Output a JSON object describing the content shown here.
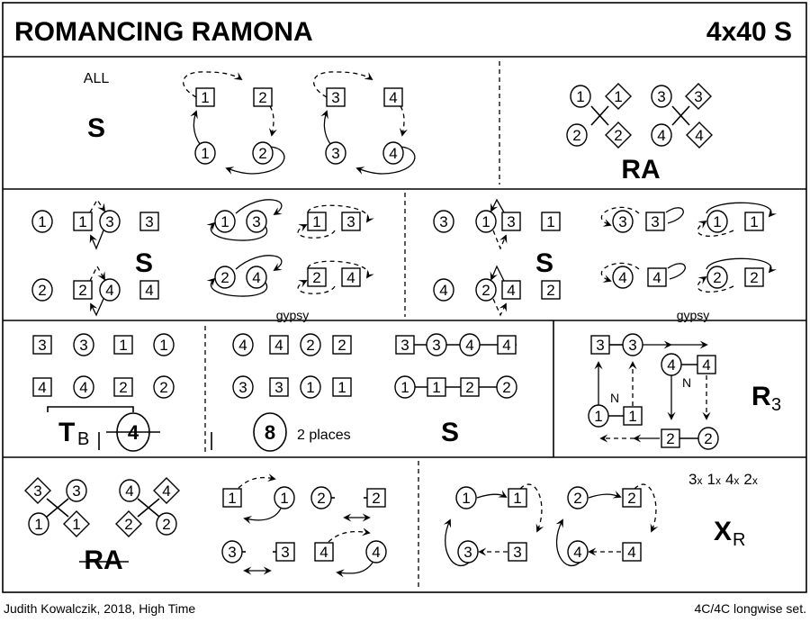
{
  "header": {
    "title": "ROMANCING RAMONA",
    "meta": "4x40 S"
  },
  "footer": {
    "credit": "Judith Kowalczik, 2018, High Time",
    "set": "4C/4C longwise set."
  },
  "bar1": {
    "all_label": "ALL",
    "set_symbol": "S",
    "ra_symbol": "RA"
  },
  "bar2": {
    "set_symbol_left": "S",
    "gypsy_left": "gypsy",
    "set_symbol_right": "S",
    "gypsy_right": "gypsy"
  },
  "bar3": {
    "turn_symbol": "T",
    "turn_sub": "B",
    "turn_count": "4",
    "circle_count": "8",
    "circle_note": "2 places",
    "set_symbol": "S",
    "rights_symbol": "R",
    "rights_sub": "3",
    "nearer_1": "N",
    "nearer_2": "N"
  },
  "bar4": {
    "ra_symbol": "RA",
    "cross_order": [
      "3",
      "1",
      "4",
      "2"
    ],
    "cross_suffix": "x",
    "cross_symbol": "X",
    "cross_sub": "R"
  },
  "dancers": [
    "1",
    "2",
    "3",
    "4",
    "1",
    "2",
    "3",
    "4",
    "1",
    "1",
    "2",
    "2",
    "3",
    "3",
    "4",
    "4",
    "1",
    "1",
    "3",
    "3",
    "2",
    "2",
    "4",
    "4",
    "1",
    "3",
    "1",
    "3",
    "2",
    "4",
    "2",
    "4",
    "3",
    "1",
    "3",
    "1",
    "4",
    "2",
    "4",
    "2",
    "3",
    "3",
    "1",
    "1",
    "4",
    "4",
    "2",
    "2",
    "3",
    "3",
    "1",
    "1",
    "4",
    "4",
    "2",
    "2",
    "4",
    "4",
    "2",
    "2",
    "3",
    "3",
    "1",
    "1",
    "3",
    "3",
    "4",
    "4",
    "1",
    "1",
    "2",
    "2",
    "3",
    "3",
    "4",
    "4",
    "1",
    "1",
    "2",
    "2",
    "3",
    "3",
    "1",
    "1",
    "4",
    "4",
    "2",
    "2",
    "1",
    "1",
    "2",
    "2",
    "3",
    "3",
    "4",
    "4",
    "1",
    "1",
    "2",
    "2",
    "3",
    "3",
    "4",
    "4"
  ]
}
